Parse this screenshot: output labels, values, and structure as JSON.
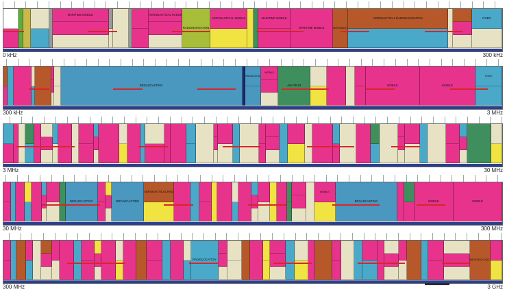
{
  "rows": [
    {
      "id": "row-1",
      "left_label": "0 kHz",
      "right_label": "300 kHz",
      "blocks": [
        {
          "w": 3.5,
          "c": "#ffffff"
        },
        {
          "w": 1,
          "c": "#5cad3c"
        },
        {
          "w": 1.8,
          "c": "#c9b84a"
        },
        {
          "w": 4.2,
          "c": "#e7e2c3"
        },
        {
          "w": 0.8,
          "c": "#999999"
        },
        {
          "w": 13,
          "c": "#e8338d",
          "label": "MARITIME MOBILE"
        },
        {
          "w": 1,
          "c": "#999999"
        },
        {
          "w": 3.5,
          "c": "#e7e2c3"
        },
        {
          "w": 0.9,
          "c": "#999999"
        },
        {
          "w": 3.8,
          "c": "#e8338d"
        },
        {
          "w": 7.6,
          "c": "#e8338d",
          "label": "AERONAUTICAL RADIONAVIGATION"
        },
        {
          "w": 6.6,
          "c": "#a8be3a",
          "label": "RADIONAVIGATION"
        },
        {
          "w": 8.4,
          "c": "#e8338d",
          "label": "AERONAUTICAL MOBILE"
        },
        {
          "w": 1.5,
          "c": "#f1e342"
        },
        {
          "w": 1,
          "c": "#3f8f5e"
        },
        {
          "w": 7.6,
          "c": "#e8338d",
          "label": "MARITIME MOBILE"
        },
        {
          "w": 9.6,
          "c": "#e8338d",
          "label": "MARITIME MOBILE"
        },
        {
          "w": 3.5,
          "c": "#b7582a",
          "label": "AERONAUTICAL RADIONAVIGATION"
        },
        {
          "w": 23.1,
          "c": "#b7582a",
          "label": "AERONAUTICAL RADIONAVIGATION"
        },
        {
          "w": 1.1,
          "c": "#e7e2c3"
        },
        {
          "w": 4.3,
          "c": "#b7582a"
        },
        {
          "w": 7,
          "c": "#4aa8c9",
          "label": "FIXED"
        }
      ]
    },
    {
      "id": "row-2",
      "left_label": "300 kHz",
      "right_label": "3 MHz",
      "blocks": [
        {
          "w": 0.8,
          "c": "#b7582a"
        },
        {
          "w": 1.2,
          "c": "#4aa8c9"
        },
        {
          "w": 3.6,
          "c": "#e8338d"
        },
        {
          "w": 0.7,
          "c": "#e7e2c3"
        },
        {
          "w": 3.3,
          "c": "#b7582a"
        },
        {
          "w": 0.6,
          "c": "#e8338d"
        },
        {
          "w": 1.3,
          "c": "#e7e2c3"
        },
        {
          "w": 36.4,
          "c": "#4a97c0",
          "label": "BROADCASTING"
        },
        {
          "w": 0.6,
          "c": "#1e2a6b"
        },
        {
          "w": 3.2,
          "c": "#4a97c0",
          "label": "RADIOLOCATION"
        },
        {
          "w": 3.4,
          "c": "#e8338d",
          "label": "MOBILE"
        },
        {
          "w": 6.5,
          "c": "#3f8f5e",
          "label": "AMATEUR"
        },
        {
          "w": 3.2,
          "c": "#e7e2c3"
        },
        {
          "w": 3.9,
          "c": "#e8338d"
        },
        {
          "w": 1.8,
          "c": "#e7e2c3"
        },
        {
          "w": 2.2,
          "c": "#e8338d"
        },
        {
          "w": 10.8,
          "c": "#e8338d",
          "label": "MOBILE"
        },
        {
          "w": 11.2,
          "c": "#e8338d",
          "label": "MOBILE"
        },
        {
          "w": 5.3,
          "c": "#4aa8c9",
          "label": "FIXED"
        }
      ]
    },
    {
      "id": "row-3",
      "left_label": "3 MHz",
      "right_label": "30 MHz",
      "blocks": [
        {
          "w": 1.8,
          "c": "#4aa8c9"
        },
        {
          "w": 0.8,
          "c": "#e8338d"
        },
        {
          "w": 1.2,
          "c": "#e7e2c3"
        },
        {
          "w": 1.5,
          "c": "#3f8f5e"
        },
        {
          "w": 1.2,
          "c": "#e8338d"
        },
        {
          "w": 2.1,
          "c": "#e7e2c3"
        },
        {
          "w": 0.9,
          "c": "#4aa8c9"
        },
        {
          "w": 2.4,
          "c": "#e8338d"
        },
        {
          "w": 1.2,
          "c": "#e7e2c3"
        },
        {
          "w": 2.6,
          "c": "#e8338d"
        },
        {
          "w": 0.8,
          "c": "#4aa8c9"
        },
        {
          "w": 3.6,
          "c": "#e8338d"
        },
        {
          "w": 1.4,
          "c": "#e7e2c3"
        },
        {
          "w": 2.2,
          "c": "#e8338d"
        },
        {
          "w": 0.9,
          "c": "#4aa8c9"
        },
        {
          "w": 3.3,
          "c": "#e7e2c3"
        },
        {
          "w": 1.1,
          "c": "#e8338d"
        },
        {
          "w": 2.7,
          "c": "#e8338d"
        },
        {
          "w": 1.6,
          "c": "#4aa8c9"
        },
        {
          "w": 3.1,
          "c": "#e7e2c3"
        },
        {
          "w": 0.8,
          "c": "#e8338d"
        },
        {
          "w": 2.5,
          "c": "#e8338d"
        },
        {
          "w": 1.2,
          "c": "#4aa8c9"
        },
        {
          "w": 3.4,
          "c": "#e7e2c3"
        },
        {
          "w": 1.1,
          "c": "#e8338d"
        },
        {
          "w": 2.4,
          "c": "#e8338d"
        },
        {
          "w": 1.5,
          "c": "#4aa8c9"
        },
        {
          "w": 2.9,
          "c": "#e8338d"
        },
        {
          "w": 1.3,
          "c": "#e7e2c3"
        },
        {
          "w": 3.6,
          "c": "#e8338d"
        },
        {
          "w": 1.2,
          "c": "#4aa8c9"
        },
        {
          "w": 2.8,
          "c": "#e7e2c3"
        },
        {
          "w": 2.5,
          "c": "#e8338d"
        },
        {
          "w": 1.5,
          "c": "#3f8f5e"
        },
        {
          "w": 3.3,
          "c": "#e7e2c3"
        },
        {
          "w": 1.1,
          "c": "#e8338d"
        },
        {
          "w": 2.6,
          "c": "#e8338d"
        },
        {
          "w": 1.4,
          "c": "#4aa8c9"
        },
        {
          "w": 3.2,
          "c": "#e7e2c3"
        },
        {
          "w": 2.4,
          "c": "#e8338d"
        },
        {
          "w": 1.2,
          "c": "#4aa8c9"
        },
        {
          "w": 4.2,
          "c": "#3f8f5e"
        },
        {
          "w": 1.9,
          "c": "#e7e2c3"
        }
      ]
    },
    {
      "id": "row-4",
      "left_label": "30 MHz",
      "right_label": "300 MHz",
      "blocks": [
        {
          "w": 1.4,
          "c": "#e8338d"
        },
        {
          "w": 0.8,
          "c": "#4aa8c9"
        },
        {
          "w": 1.6,
          "c": "#e8338d"
        },
        {
          "w": 1.2,
          "c": "#f1e342"
        },
        {
          "w": 1.9,
          "c": "#e8338d"
        },
        {
          "w": 0.9,
          "c": "#4aa8c9"
        },
        {
          "w": 2.3,
          "c": "#e8338d"
        },
        {
          "w": 1.1,
          "c": "#3f8f5e"
        },
        {
          "w": 5.8,
          "c": "#4a97c0",
          "label": "BROADCASTING"
        },
        {
          "w": 1.3,
          "c": "#e8338d"
        },
        {
          "w": 1.2,
          "c": "#f1e342"
        },
        {
          "w": 5.8,
          "c": "#4a97c0",
          "label": "BROADCASTING"
        },
        {
          "w": 5.4,
          "c": "#b7582a",
          "label": "AERONAUTICAL RADIONAVIGATION"
        },
        {
          "w": 2.9,
          "c": "#e8338d"
        },
        {
          "w": 1.6,
          "c": "#4aa8c9"
        },
        {
          "w": 2.2,
          "c": "#e8338d"
        },
        {
          "w": 1.1,
          "c": "#f1e342"
        },
        {
          "w": 2.6,
          "c": "#e8338d"
        },
        {
          "w": 1.2,
          "c": "#e7e2c3"
        },
        {
          "w": 2.3,
          "c": "#e8338d"
        },
        {
          "w": 1.2,
          "c": "#4aa8c9"
        },
        {
          "w": 2.1,
          "c": "#e8338d"
        },
        {
          "w": 1.3,
          "c": "#f1e342"
        },
        {
          "w": 1.8,
          "c": "#e8338d"
        },
        {
          "w": 0.9,
          "c": "#3f8f5e"
        },
        {
          "w": 2.6,
          "c": "#e8338d"
        },
        {
          "w": 1.5,
          "c": "#e7e2c3"
        },
        {
          "w": 3.7,
          "c": "#e8338d",
          "label": "MOBILE"
        },
        {
          "w": 11.2,
          "c": "#4a97c0",
          "label": "BROADCASTING"
        },
        {
          "w": 1.2,
          "c": "#e8338d"
        },
        {
          "w": 1.8,
          "c": "#3f8f5e"
        },
        {
          "w": 7.1,
          "c": "#e8338d",
          "label": "MOBILE"
        },
        {
          "w": 8.7,
          "c": "#e8338d",
          "label": "MOBILE"
        }
      ]
    },
    {
      "id": "row-5",
      "left_label": "300 MHz",
      "right_label": "3 GHz",
      "blocks": [
        {
          "w": 1.3,
          "c": "#e8338d"
        },
        {
          "w": 0.9,
          "c": "#4aa8c9"
        },
        {
          "w": 1.6,
          "c": "#b7582a"
        },
        {
          "w": 1.1,
          "c": "#e8338d"
        },
        {
          "w": 1.4,
          "c": "#e7e2c3"
        },
        {
          "w": 1.8,
          "c": "#b7582a"
        },
        {
          "w": 1.2,
          "c": "#e8338d"
        },
        {
          "w": 2.4,
          "c": "#e8338d"
        },
        {
          "w": 1.3,
          "c": "#4aa8c9"
        },
        {
          "w": 2.2,
          "c": "#e8338d"
        },
        {
          "w": 1.1,
          "c": "#f1e342"
        },
        {
          "w": 2.4,
          "c": "#e8338d"
        },
        {
          "w": 1.3,
          "c": "#e7e2c3"
        },
        {
          "w": 2.1,
          "c": "#e8338d"
        },
        {
          "w": 1.7,
          "c": "#b7582a"
        },
        {
          "w": 2.6,
          "c": "#e8338d"
        },
        {
          "w": 1.4,
          "c": "#4aa8c9"
        },
        {
          "w": 2.2,
          "c": "#e8338d"
        },
        {
          "w": 1.2,
          "c": "#e7e2c3"
        },
        {
          "w": 4.6,
          "c": "#4aa8c9",
          "label": "RADIOLOCATION"
        },
        {
          "w": 1.5,
          "c": "#e8338d"
        },
        {
          "w": 2.4,
          "c": "#e7e2c3"
        },
        {
          "w": 1.3,
          "c": "#b7582a"
        },
        {
          "w": 2.2,
          "c": "#e8338d"
        },
        {
          "w": 1.2,
          "c": "#f1e342"
        },
        {
          "w": 2.6,
          "c": "#e8338d"
        },
        {
          "w": 1.4,
          "c": "#4aa8c9"
        },
        {
          "w": 2.3,
          "c": "#e7e2c3"
        },
        {
          "w": 1.2,
          "c": "#e8338d"
        },
        {
          "w": 2.8,
          "c": "#b7582a"
        },
        {
          "w": 1.5,
          "c": "#e8338d"
        },
        {
          "w": 2.2,
          "c": "#e7e2c3"
        },
        {
          "w": 1.3,
          "c": "#4aa8c9"
        },
        {
          "w": 2.5,
          "c": "#e8338d"
        },
        {
          "w": 1.2,
          "c": "#e8338d"
        },
        {
          "w": 2.4,
          "c": "#e7e2c3"
        },
        {
          "w": 1.4,
          "c": "#e8338d"
        },
        {
          "w": 2.3,
          "c": "#b7582a"
        },
        {
          "w": 1.2,
          "c": "#4aa8c9"
        },
        {
          "w": 2.6,
          "c": "#e8338d"
        },
        {
          "w": 4.3,
          "c": "#e7e2c3"
        },
        {
          "w": 3.5,
          "c": "#b7582a",
          "label": "METEOROLOGICAL AIDS"
        },
        {
          "w": 1.9,
          "c": "#e8338d"
        }
      ]
    }
  ]
}
